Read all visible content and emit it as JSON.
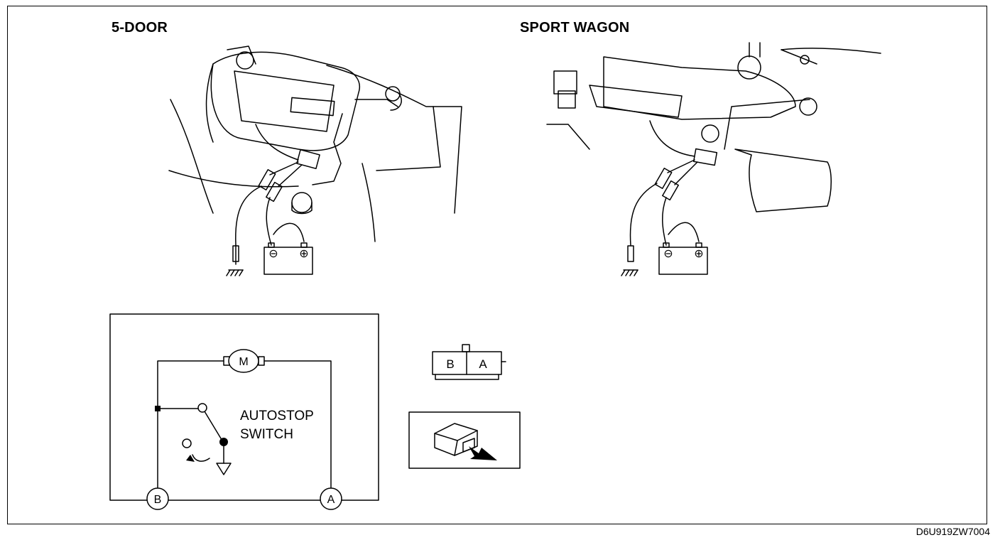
{
  "panels": {
    "left_title": "5-DOOR",
    "right_title": "SPORT WAGON"
  },
  "circuit": {
    "motor_label": "M",
    "switch_label_line1": "AUTOSTOP",
    "switch_label_line2": "SWITCH",
    "terminal_b": "B",
    "terminal_a": "A"
  },
  "connector": {
    "terminal_b": "B",
    "terminal_a": "A"
  },
  "battery": {
    "minus": "⊖",
    "plus": "⊕"
  },
  "figure_code": "D6U919ZW7004"
}
